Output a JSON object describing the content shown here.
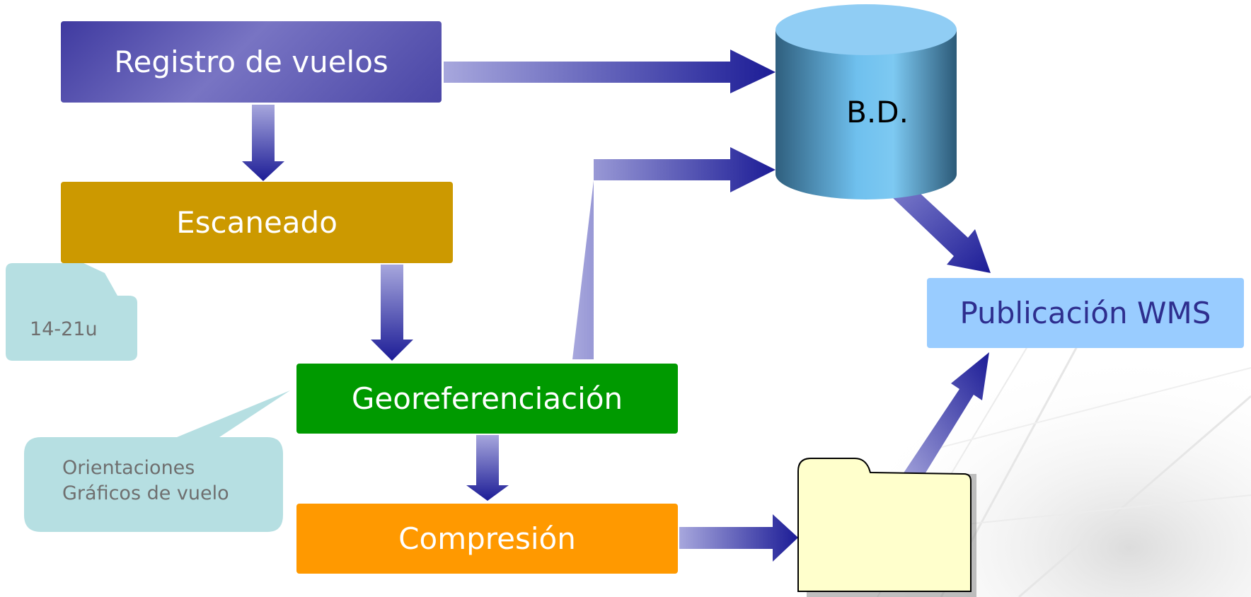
{
  "diagram": {
    "nodes": {
      "registro": "Registro de vuelos",
      "escaneado": "Escaneado",
      "georef": "Georeferenciación",
      "compresion": "Compresión",
      "bd": "B.D.",
      "wms": "Publicación WMS"
    },
    "callouts": {
      "escaneado_note": "14-21u",
      "georef_note_line1": "Orientaciones",
      "georef_note_line2": "Gráficos de vuelo"
    },
    "colors": {
      "registro": "#6d68b8",
      "escaneado": "#cc9900",
      "georef": "#009a00",
      "compresion": "#ff9900",
      "wms": "#99ccff",
      "wms_text": "#2e2e8e",
      "bd_top": "#90cdf4",
      "bd_body": "#5aa8d8",
      "callout": "#b6dfe2",
      "folder": "#ffffcc",
      "arrow_dark": "#1c1c96",
      "arrow_light": "#a7a7dd"
    },
    "icons": {
      "database": "cylinder-icon",
      "folder": "folder-icon"
    }
  }
}
